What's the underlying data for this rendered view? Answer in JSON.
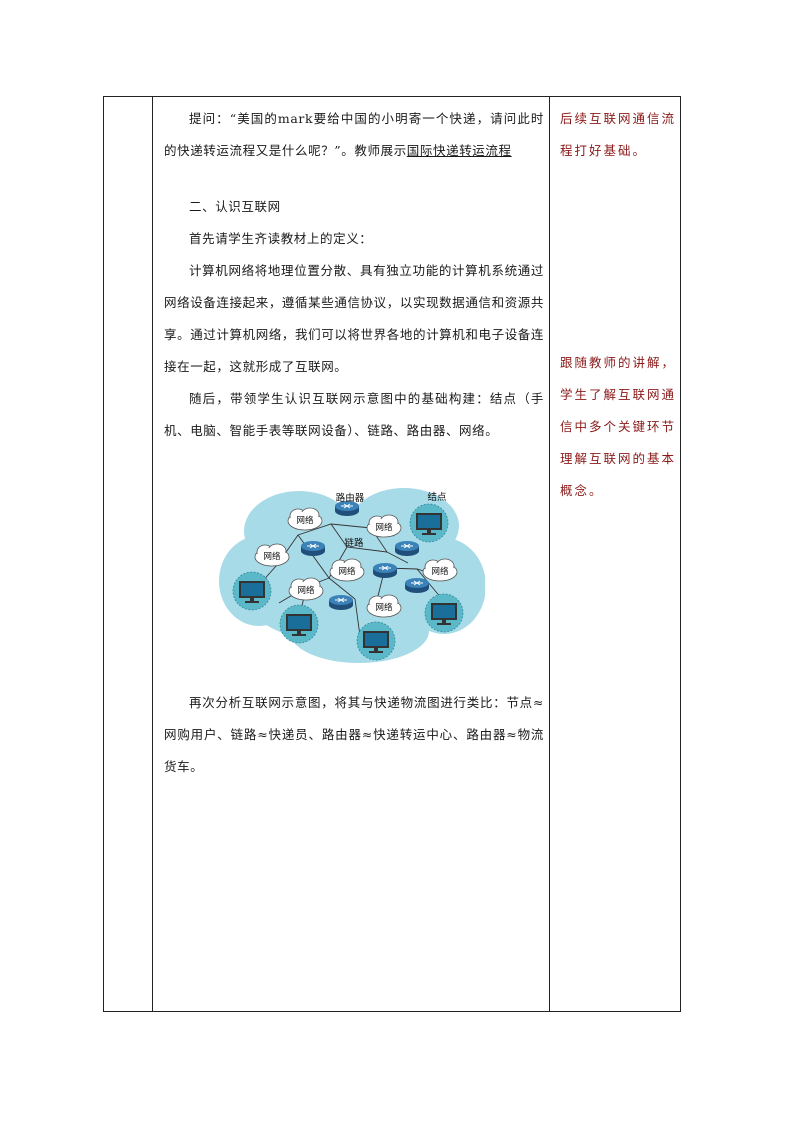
{
  "lesson": {
    "paragraphs": {
      "question_prefix": "提问：“美国的mark要给中国的小明寄一个快递，请问此时的快递转运流程又是什么呢？”。教师展示",
      "question_link": "国际快递转运流程",
      "section_heading": "二、认识互联网",
      "read_definition": "首先请学生齐读教材上的定义：",
      "definition": "计算机网络将地理位置分散、具有独立功能的计算机系统通过网络设备连接起来，遵循某些通信协议，以实现数据通信和资源共享。通过计算机网络，我们可以将世界各地的计算机和电子设备连接在一起，这就形成了互联网。",
      "components": "随后，带领学生认识互联网示意图中的基础构建：结点（手机、电脑、智能手表等联网设备）、链路、路由器、网络。",
      "analogy": "再次分析互联网示意图，将其与快递物流图进行类比：节点≈网购用户、链路≈快递员、路由器≈快递转运中心、路由器≈物流货车。"
    },
    "design_notes": {
      "note1": "后续互联网通信流程打好基础。",
      "note2": "跟随教师的讲解，学生了解互联网通信中多个关键环节理解互联网的基本概念。"
    },
    "diagram": {
      "label_router": "路由器",
      "label_node": "结点",
      "label_link": "链路",
      "label_network": "网络"
    }
  },
  "colors": {
    "note_text": "#8b1a1a",
    "cloud_bg": "#a8dbe8",
    "router": "#2d6fa3",
    "monitor_ring": "#5bb8c9"
  }
}
